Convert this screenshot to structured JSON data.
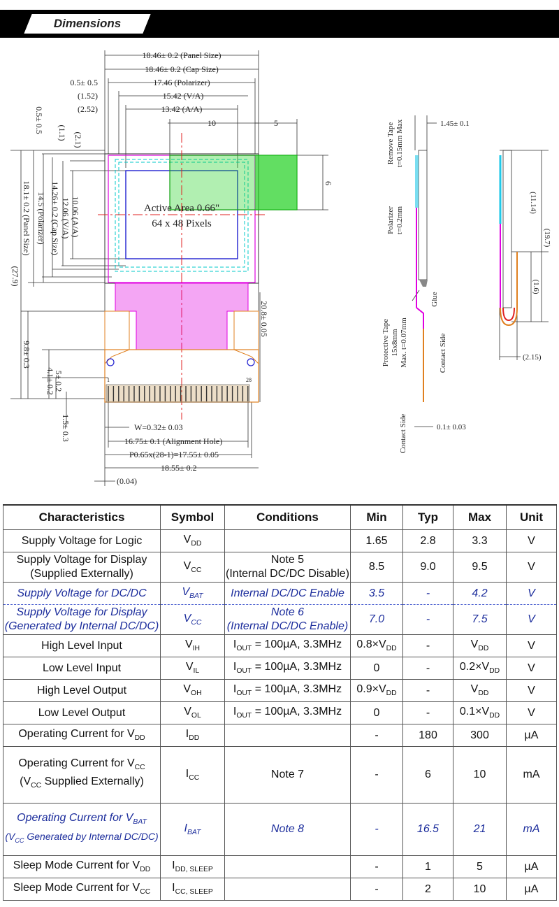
{
  "banner": {
    "title": "Dimensions"
  },
  "drawing": {
    "panel_size": "18.46± 0.2 (Panel Size)",
    "cap_size": "18.46± 0.2 (Cap Size)",
    "polarizer": "17.46 (Polarizer)",
    "va": "15.42 (V/A)",
    "aa": "13.42 (A/A)",
    "left_05": "0.5± 0.5",
    "left_152": "(1.52)",
    "left_252": "(2.52)",
    "dim_10": "10",
    "dim_5": "5",
    "dim_6": "6",
    "active_area": "Active Area 0.66\"",
    "pixels": "64 x 48 Pixels",
    "v_05": "0.5± 0.5",
    "v_11": "(1.1)",
    "v_21": "(2.1)",
    "v_1006": "10.06 (A/A)",
    "v_1206": "12.06 (V/A)",
    "v_1426": "14.26± 0.2 (Cap Size)",
    "v_145": "14.5 (Polarizer)",
    "v_181": "18.1± 0.2 (Panel Size)",
    "v_279": "(27.9)",
    "v_98": "9.8± 0.3",
    "v_41": "4.1± 0.2",
    "v_5": "5± 0.2",
    "v_15": "1.5± 0.3",
    "v_208": "20.8± 0.05",
    "pin_1": "1",
    "pin_28": "28",
    "w_pitch": "W=0.32± 0.03",
    "align_hole": "16.75± 0.1 (Alignment Hole)",
    "pitch": "P0.65x(28-1)=17.55± 0.05",
    "fpc_width": "18.55± 0.2",
    "dim_004": "(0.04)",
    "remove_tape_1": "Remove Tape",
    "remove_tape_2": "t=0.15mm Max",
    "thick": "1.45± 0.1",
    "polarizer_side_1": "Polarizer",
    "polarizer_side_2": "t=0.2mm",
    "glue": "Glue",
    "prot_1": "Protective Tape",
    "prot_2": "15x8mm",
    "prot_3": "Max. t=0.07mm",
    "contact_1": "Contact Side",
    "contact_2": "Contact Side",
    "fpc_t": "0.1± 0.03",
    "r_1114": "(11.14)",
    "r_197": "(19.7)",
    "r_16": "(1.6)",
    "r_215": "(2.15)"
  },
  "table": {
    "headers": [
      "Characteristics",
      "Symbol",
      "Conditions",
      "Min",
      "Typ",
      "Max",
      "Unit"
    ],
    "rows": [
      {
        "c": "Supply Voltage for Logic",
        "s": "V",
        "ss": "DD",
        "cond": "",
        "min": "1.65",
        "typ": "2.8",
        "max": "3.3",
        "unit": "V"
      },
      {
        "c1": "Supply Voltage for Display",
        "c2": "(Supplied Externally)",
        "s": "V",
        "ss": "CC",
        "cond1": "Note 5",
        "cond2": "(Internal DC/DC Disable)",
        "min": "8.5",
        "typ": "9.0",
        "max": "9.5",
        "unit": "V"
      },
      {
        "c": "Supply Voltage for DC/DC",
        "s": "V",
        "ss": "BAT",
        "cond": "Internal DC/DC Enable",
        "min": "3.5",
        "typ": "-",
        "max": "4.2",
        "unit": "V"
      },
      {
        "c1": "Supply Voltage for Display",
        "c2": "(Generated by Internal DC/DC)",
        "s": "V",
        "ss": "CC",
        "cond1": "Note 6",
        "cond2": "(Internal DC/DC Enable)",
        "min": "7.0",
        "typ": "-",
        "max": "7.5",
        "unit": "V"
      },
      {
        "c": "High Level Input",
        "s": "V",
        "ss": "IH",
        "cond_a": "I",
        "cond_s": "OUT",
        "cond_b": " = 100µA, 3.3MHz",
        "min_a": "0.8×V",
        "min_s": "DD",
        "typ": "-",
        "max_a": "V",
        "max_s": "DD",
        "unit": "V"
      },
      {
        "c": "Low Level Input",
        "s": "V",
        "ss": "IL",
        "cond_a": "I",
        "cond_s": "OUT",
        "cond_b": " = 100µA, 3.3MHz",
        "min": "0",
        "typ": "-",
        "max_a": "0.2×V",
        "max_s": "DD",
        "unit": "V"
      },
      {
        "c": "High Level Output",
        "s": "V",
        "ss": "OH",
        "cond_a": "I",
        "cond_s": "OUT",
        "cond_b": " = 100µA, 3.3MHz",
        "min_a": "0.9×V",
        "min_s": "DD",
        "typ": "-",
        "max_a": "V",
        "max_s": "DD",
        "unit": "V"
      },
      {
        "c": "Low Level Output",
        "s": "V",
        "ss": "OL",
        "cond_a": "I",
        "cond_s": "OUT",
        "cond_b": " = 100µA, 3.3MHz",
        "min": "0",
        "typ": "-",
        "max_a": "0.1×V",
        "max_s": "DD",
        "unit": "V"
      },
      {
        "c_a": "Operating Current for V",
        "c_s": "DD",
        "s": "I",
        "ss": "DD",
        "cond": "",
        "min": "-",
        "typ": "180",
        "max": "300",
        "unit": "µA"
      },
      {
        "c1_a": "Operating Current for V",
        "c1_s": "CC",
        "c2_a": "(V",
        "c2_s": "CC",
        "c2_b": " Supplied Externally)",
        "s": "I",
        "ss": "CC",
        "cond": "Note 7",
        "min": "-",
        "typ": "6",
        "max": "10",
        "unit": "mA"
      },
      {
        "c1_a": "Operating Current for V",
        "c1_s": "BAT",
        "c2_a": "(V",
        "c2_s": "CC",
        "c2_b": " Generated by Internal DC/DC)",
        "s": "I",
        "ss": "BAT",
        "cond": "Note 8",
        "min": "-",
        "typ": "16.5",
        "max": "21",
        "unit": "mA"
      },
      {
        "c_a": "Sleep Mode Current for V",
        "c_s": "DD",
        "s": "I",
        "ss": "DD, SLEEP",
        "cond": "",
        "min": "-",
        "typ": "1",
        "max": "5",
        "unit": "µA"
      },
      {
        "c_a": "Sleep Mode Current for V",
        "c_s": "CC",
        "s": "I",
        "ss": "CC, SLEEP",
        "cond": "",
        "min": "-",
        "typ": "2",
        "max": "10",
        "unit": "µA"
      }
    ]
  }
}
